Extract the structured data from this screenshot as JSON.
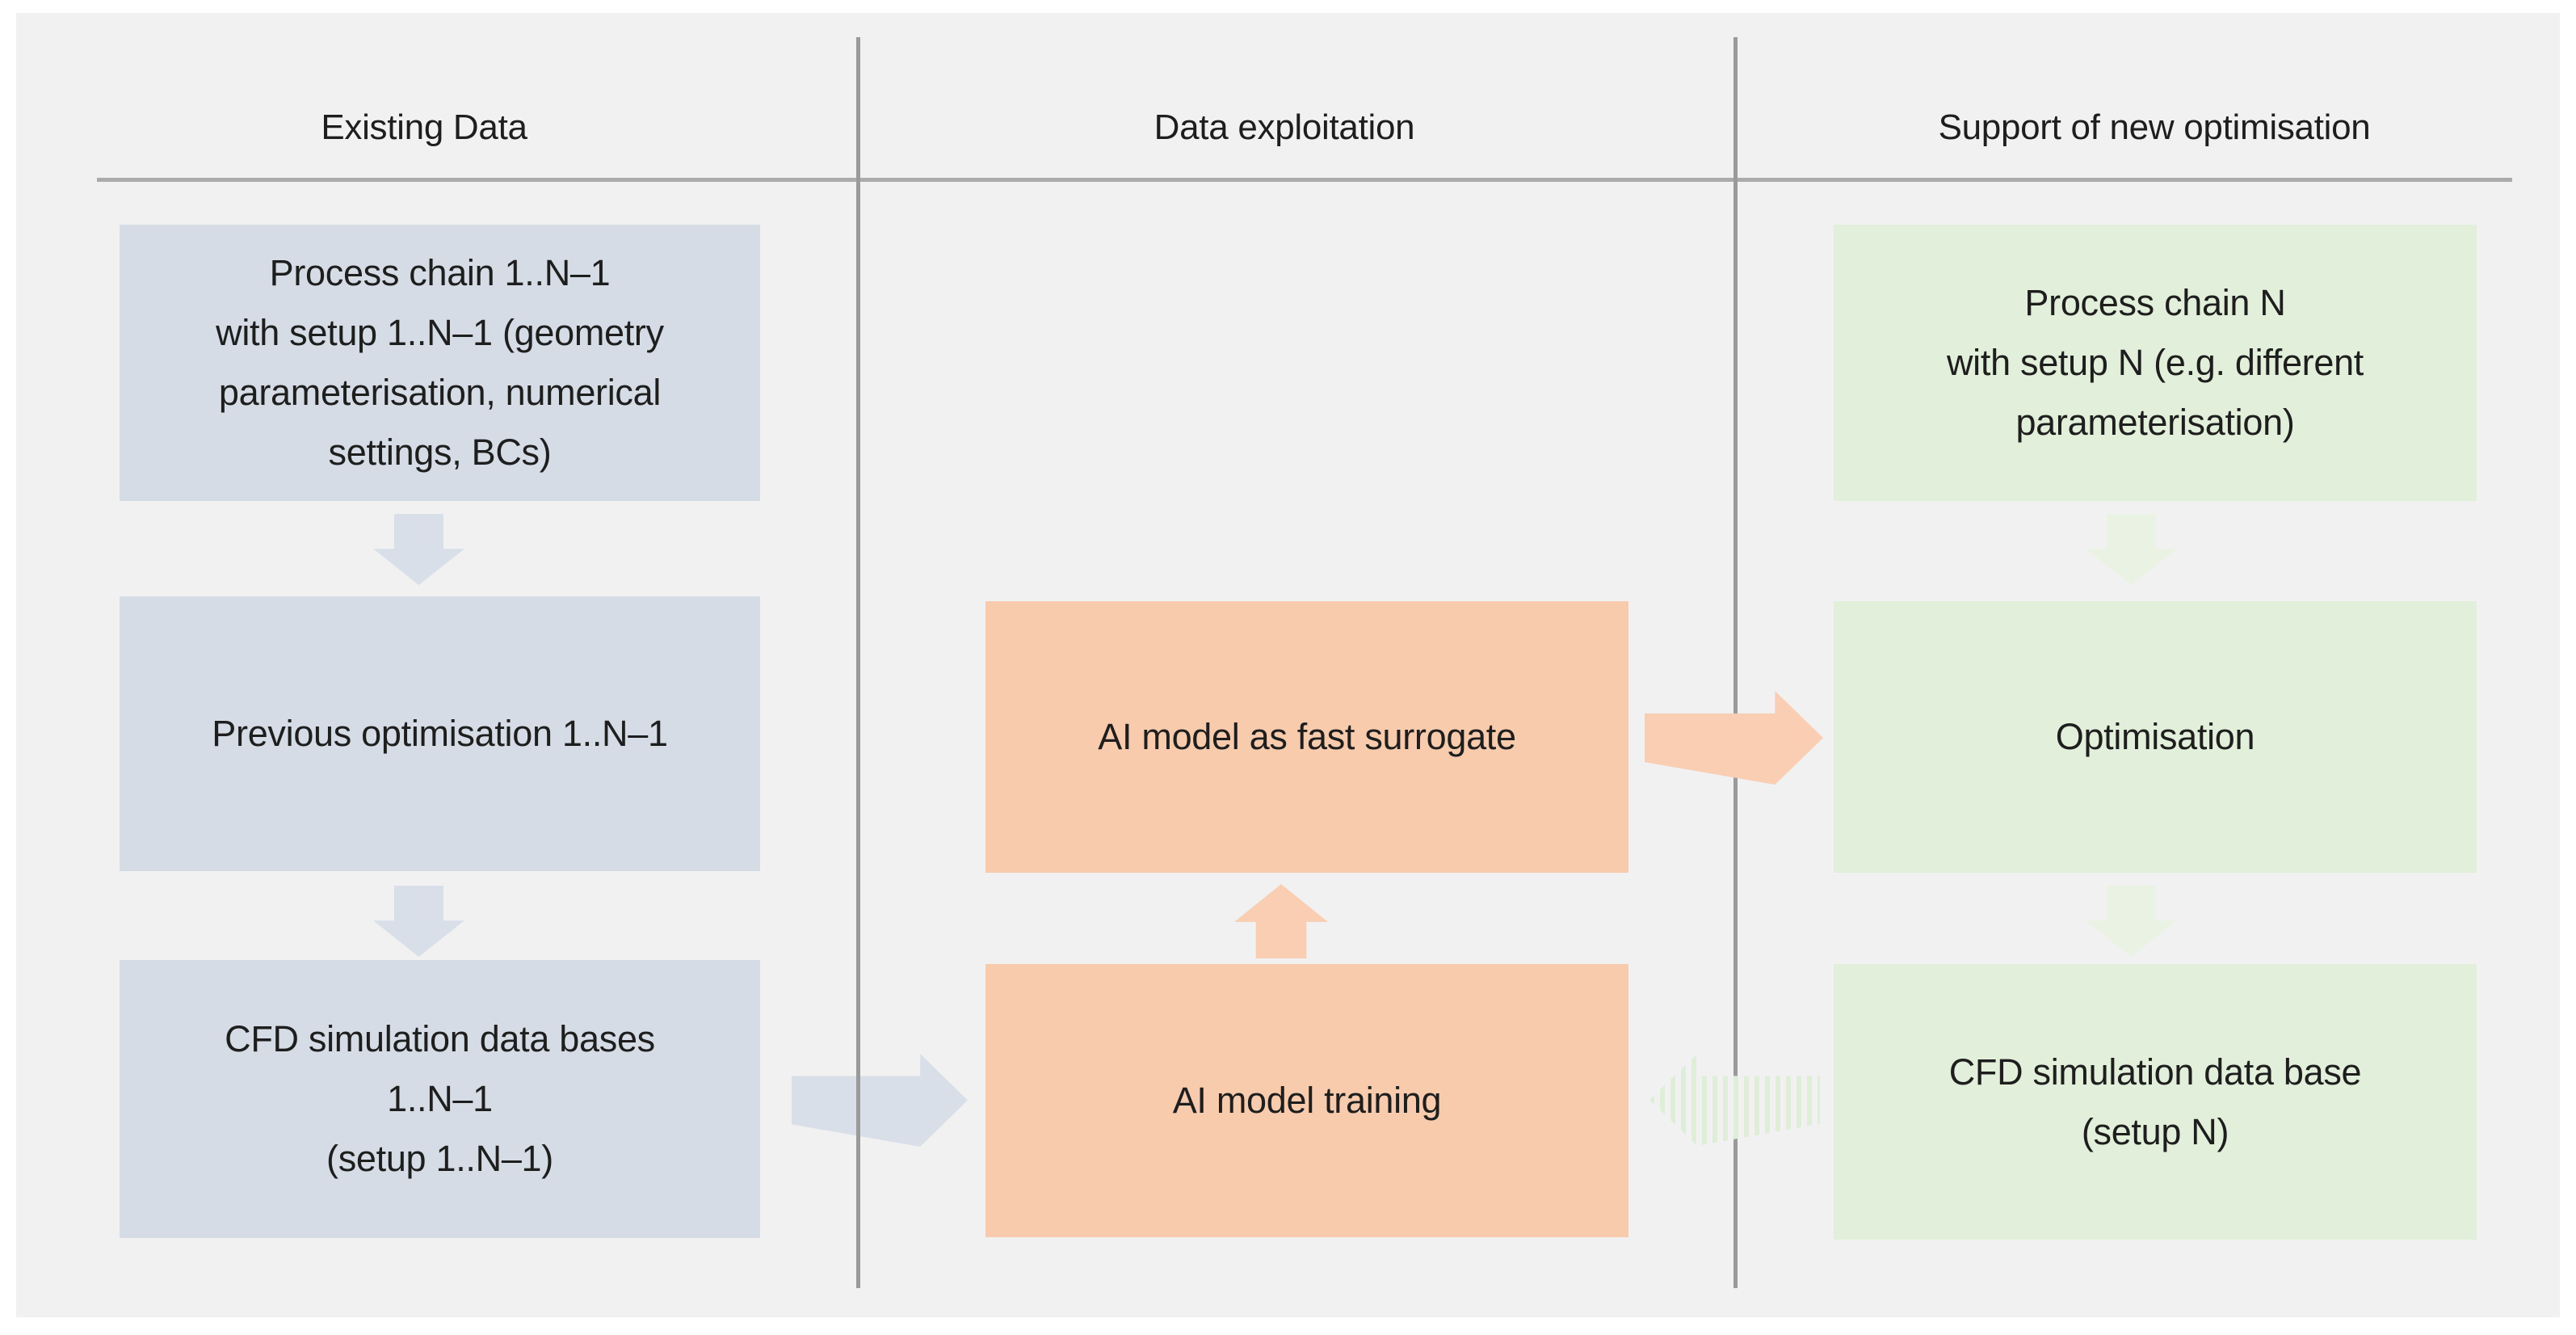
{
  "theme": {
    "page-bg": "#ffffff",
    "canvas-bg": "#f1f1f2",
    "blue-fill": "#d5dce5",
    "blue-arrow": "#d9dfe8",
    "orange-fill": "#f8cbad",
    "orange-arrow": "#f9ceb3",
    "green-fill": "#e2efda",
    "green-arrow": "#eaf3e3",
    "green-stripe": "#dfeed7",
    "line-gray": "#ababab",
    "divider-gray": "#9a9a9a",
    "text-color": "#1e1e1e"
  },
  "columns": [
    {
      "header": "Existing Data",
      "boxes": [
        {
          "lines": [
            "Process chain 1..N–1",
            "with setup 1..N–1 (geometry",
            "parameterisation, numerical",
            "settings, BCs)"
          ]
        },
        {
          "lines": [
            "Previous optimisation 1..N–1"
          ]
        },
        {
          "lines": [
            "CFD simulation data bases",
            "1..N–1",
            "(setup 1..N–1)"
          ]
        }
      ]
    },
    {
      "header": "Data exploitation",
      "boxes": [
        {
          "lines": [
            "AI model as fast surrogate"
          ]
        },
        {
          "lines": [
            "AI model training"
          ]
        }
      ]
    },
    {
      "header": "Support of new optimisation",
      "boxes": [
        {
          "lines": [
            "Process chain N",
            "with setup N (e.g. different",
            "parameterisation)"
          ]
        },
        {
          "lines": [
            "Optimisation"
          ]
        },
        {
          "lines": [
            "CFD simulation data base",
            "(setup N)"
          ]
        }
      ]
    }
  ]
}
